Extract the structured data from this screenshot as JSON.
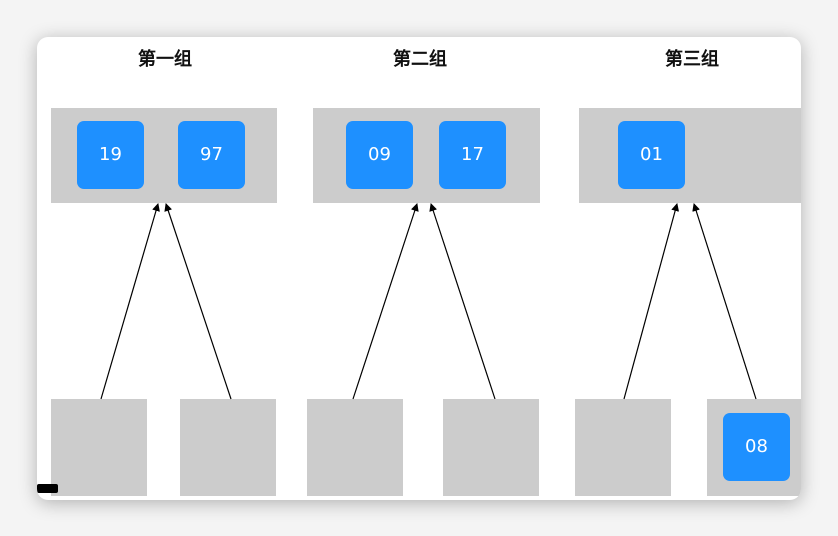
{
  "colors": {
    "tile": "#1e90ff",
    "panel": "#cccccc",
    "tile_text": "#ffffff",
    "arrow": "#000000"
  },
  "groups": [
    {
      "title": "第一组",
      "tiles": [
        "19",
        "97"
      ]
    },
    {
      "title": "第二组",
      "tiles": [
        "09",
        "17"
      ]
    },
    {
      "title": "第三组",
      "tiles": [
        "01"
      ]
    }
  ],
  "bottom_tile": "08"
}
